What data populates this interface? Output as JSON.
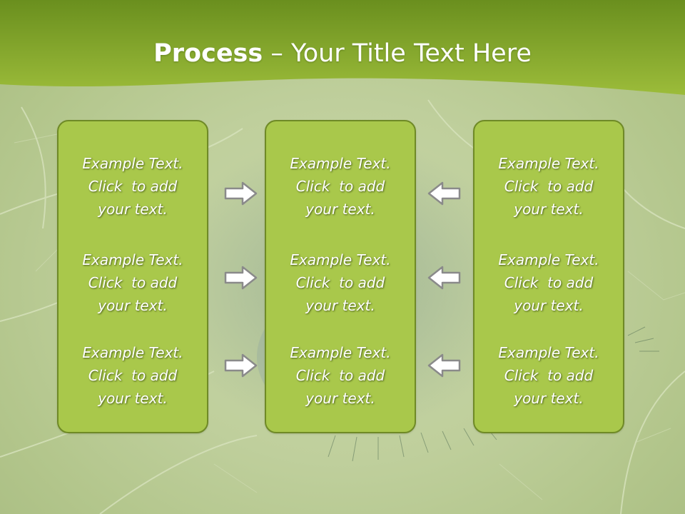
{
  "title": {
    "bold": "Process",
    "rest": " – Your Title Text Here"
  },
  "panels": [
    {
      "items": [
        {
          "line1": "Example Text.",
          "line2": "Click  to add",
          "line3": "your text."
        },
        {
          "line1": "Example Text.",
          "line2": "Click  to add",
          "line3": "your text."
        },
        {
          "line1": "Example Text.",
          "line2": "Click  to add",
          "line3": "your text."
        }
      ]
    },
    {
      "items": [
        {
          "line1": "Example Text.",
          "line2": "Click  to add",
          "line3": "your text."
        },
        {
          "line1": "Example Text.",
          "line2": "Click  to add",
          "line3": "your text."
        },
        {
          "line1": "Example Text.",
          "line2": "Click  to add",
          "line3": "your text."
        }
      ]
    },
    {
      "items": [
        {
          "line1": "Example Text.",
          "line2": "Click  to add",
          "line3": "your text."
        },
        {
          "line1": "Example Text.",
          "line2": "Click  to add",
          "line3": "your text."
        },
        {
          "line1": "Example Text.",
          "line2": "Click  to add",
          "line3": "your text."
        }
      ]
    }
  ],
  "arrows": {
    "left_column": {
      "direction": "right",
      "icon": "arrow-right-icon"
    },
    "right_column": {
      "direction": "left",
      "icon": "arrow-left-icon"
    }
  },
  "colors": {
    "panel_fill": "#a9c84b",
    "panel_border": "#6f8a26",
    "header_top": "#6a8f1e",
    "header_bottom": "#9cbc3a",
    "arrow_outline": "#8a8a8a"
  }
}
